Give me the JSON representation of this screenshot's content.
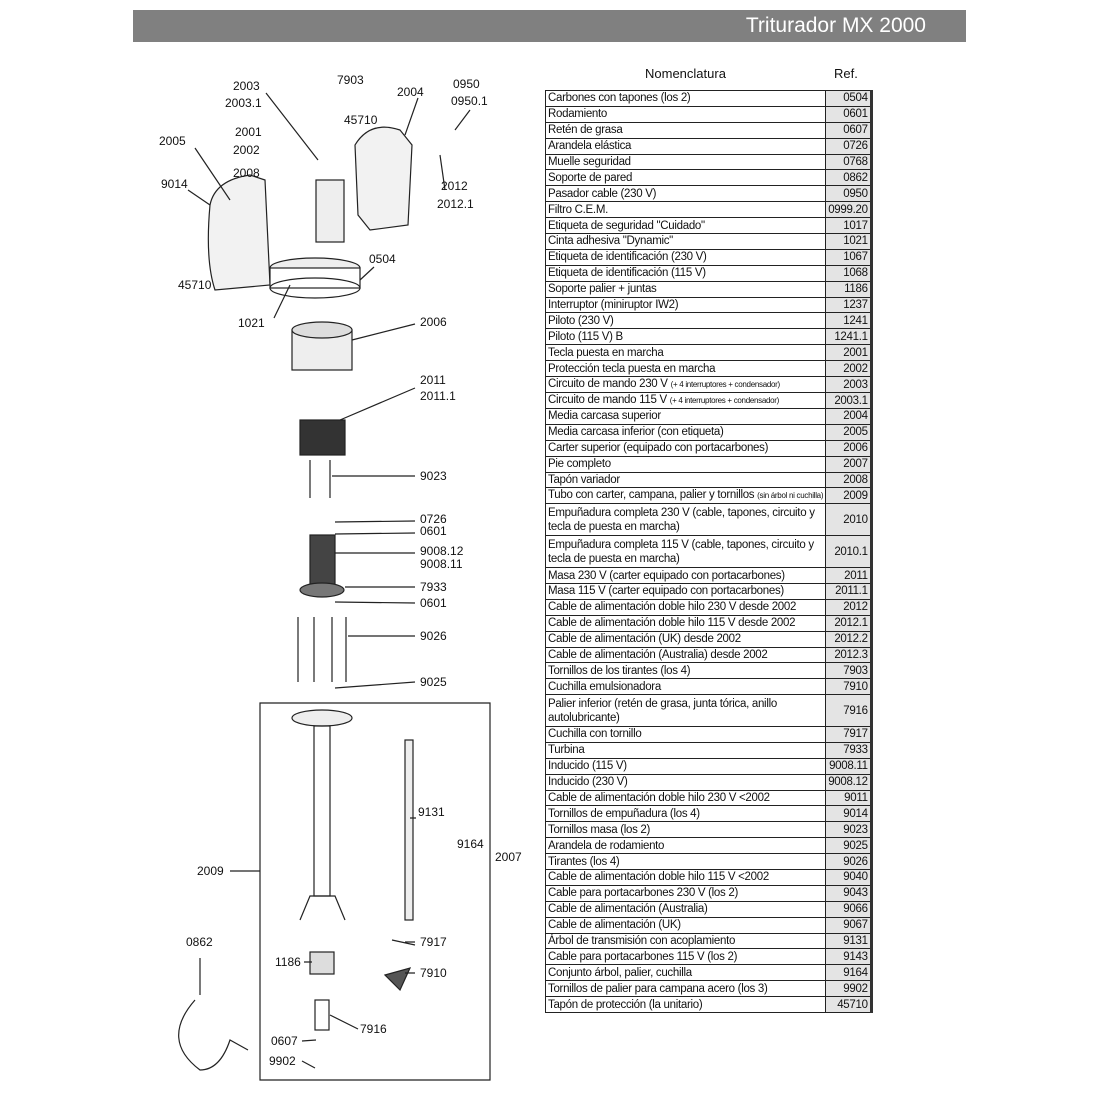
{
  "header": {
    "title": "Triturador MX 2000"
  },
  "table": {
    "col_name": "Nomenclatura",
    "col_ref": "Ref.",
    "rows": [
      {
        "name": "Carbones con tapones (los 2)",
        "ref": "0504"
      },
      {
        "name": "Rodamiento",
        "ref": "0601"
      },
      {
        "name": "Retén de grasa",
        "ref": "0607"
      },
      {
        "name": "Arandela elástica",
        "ref": "0726"
      },
      {
        "name": "Muelle seguridad",
        "ref": "0768"
      },
      {
        "name": "Soporte de pared",
        "ref": "0862"
      },
      {
        "name": "Pasador cable (230 V)",
        "ref": "0950"
      },
      {
        "name": "Filtro C.E.M.",
        "ref": "0999.20"
      },
      {
        "name": "Etiqueta de seguridad \"Cuidado\"",
        "ref": "1017"
      },
      {
        "name": "Cinta adhesiva \"Dynamic\"",
        "ref": "1021"
      },
      {
        "name": "Etiqueta de identificación (230 V)",
        "ref": "1067"
      },
      {
        "name": "Etiqueta de identificación (115 V)",
        "ref": "1068"
      },
      {
        "name": "Soporte palier + juntas",
        "ref": "1186"
      },
      {
        "name": "Interruptor (miniruptor IW2)",
        "ref": "1237"
      },
      {
        "name": "Piloto (230 V)",
        "ref": "1241"
      },
      {
        "name": "Piloto (115 V) B",
        "ref": "1241.1"
      },
      {
        "name": "Tecla puesta en marcha",
        "ref": "2001"
      },
      {
        "name": "Protección tecla puesta en marcha",
        "ref": "2002"
      },
      {
        "name": "Circuito de mando 230 V",
        "note": "(+ 4 interruptores + condensador)",
        "ref": "2003"
      },
      {
        "name": "Circuito de mando 115 V",
        "note": "(+ 4 interruptores + condensador)",
        "ref": "2003.1"
      },
      {
        "name": "Media carcasa superior",
        "ref": "2004"
      },
      {
        "name": "Media carcasa inferior (con etiqueta)",
        "ref": "2005"
      },
      {
        "name": "Carter superior (equipado con portacarbones)",
        "ref": "2006"
      },
      {
        "name": "Pie completo",
        "ref": "2007"
      },
      {
        "name": "Tapón variador",
        "ref": "2008"
      },
      {
        "name": "Tubo con carter, campana, palier y tornillos",
        "note": "(sin árbol ni cuchilla)",
        "ref": "2009"
      },
      {
        "name": "Empuñadura completa 230 V (cable, tapones, circuito y tecla de puesta en marcha)",
        "ref": "2010",
        "two": true
      },
      {
        "name": "Empuñadura completa 115 V (cable, tapones, circuito y tecla de puesta en marcha)",
        "ref": "2010.1",
        "two": true
      },
      {
        "name": "Masa 230 V (carter equipado con portacarbones)",
        "ref": "2011"
      },
      {
        "name": "Masa 115 V (carter equipado con portacarbones)",
        "ref": "2011.1"
      },
      {
        "name": "Cable de alimentación doble hilo 230 V desde 2002",
        "ref": "2012"
      },
      {
        "name": "Cable de alimentación doble hilo 115 V desde 2002",
        "ref": "2012.1"
      },
      {
        "name": "Cable de alimentación (UK) desde 2002",
        "ref": "2012.2"
      },
      {
        "name": "Cable de alimentación (Australia) desde 2002",
        "ref": "2012.3"
      },
      {
        "name": "Tornillos de los tirantes (los 4)",
        "ref": "7903"
      },
      {
        "name": "Cuchilla emulsionadora",
        "ref": "7910"
      },
      {
        "name": "Palier inferior (retén de grasa, junta tórica, anillo autolubricante)",
        "ref": "7916",
        "two": true
      },
      {
        "name": "Cuchilla con tornillo",
        "ref": "7917"
      },
      {
        "name": "Turbina",
        "ref": "7933"
      },
      {
        "name": "Inducido (115 V)",
        "ref": "9008.11"
      },
      {
        "name": "Inducido (230 V)",
        "ref": "9008.12"
      },
      {
        "name": "Cable de alimentación doble hilo 230 V <2002",
        "ref": "9011"
      },
      {
        "name": "Tornillos de empuñadura (los 4)",
        "ref": "9014"
      },
      {
        "name": "Tornillos masa (los 2)",
        "ref": "9023"
      },
      {
        "name": "Arandela de rodamiento",
        "ref": "9025"
      },
      {
        "name": "Tirantes (los 4)",
        "ref": "9026"
      },
      {
        "name": "Cable de alimentación doble hilo 115 V <2002",
        "ref": "9040"
      },
      {
        "name": "Cable para portacarbones 230 V (los 2)",
        "ref": "9043"
      },
      {
        "name": "Cable de alimentación (Australia)",
        "ref": "9066"
      },
      {
        "name": "Cable de alimentación (UK)",
        "ref": "9067"
      },
      {
        "name": "Árbol de transmisión con acoplamiento",
        "ref": "9131"
      },
      {
        "name": "Cable para portacarbones 115 V (los 2)",
        "ref": "9143"
      },
      {
        "name": "Conjunto árbol, palier, cuchilla",
        "ref": "9164"
      },
      {
        "name": "Tornillos de palier para campana acero (los 3)",
        "ref": "9902"
      },
      {
        "name": "Tapón de protección (la unitario)",
        "ref": "45710"
      }
    ]
  },
  "diagram": {
    "labels": [
      "2003",
      "2003.1",
      "7903",
      "2004",
      "0950",
      "0950.1",
      "45710",
      "2001",
      "2005",
      "2002",
      "9014",
      "2008",
      "2012",
      "2012.1",
      "45710",
      "0504",
      "1021",
      "2006",
      "2011",
      "2011.1",
      "9023",
      "0726",
      "0601",
      "9008.12",
      "9008.11",
      "7933",
      "0601",
      "9026",
      "9025",
      "9131",
      "9164",
      "2007",
      "2009",
      "0862",
      "1186",
      "7917",
      "7910",
      "7916",
      "0607",
      "9902"
    ]
  }
}
